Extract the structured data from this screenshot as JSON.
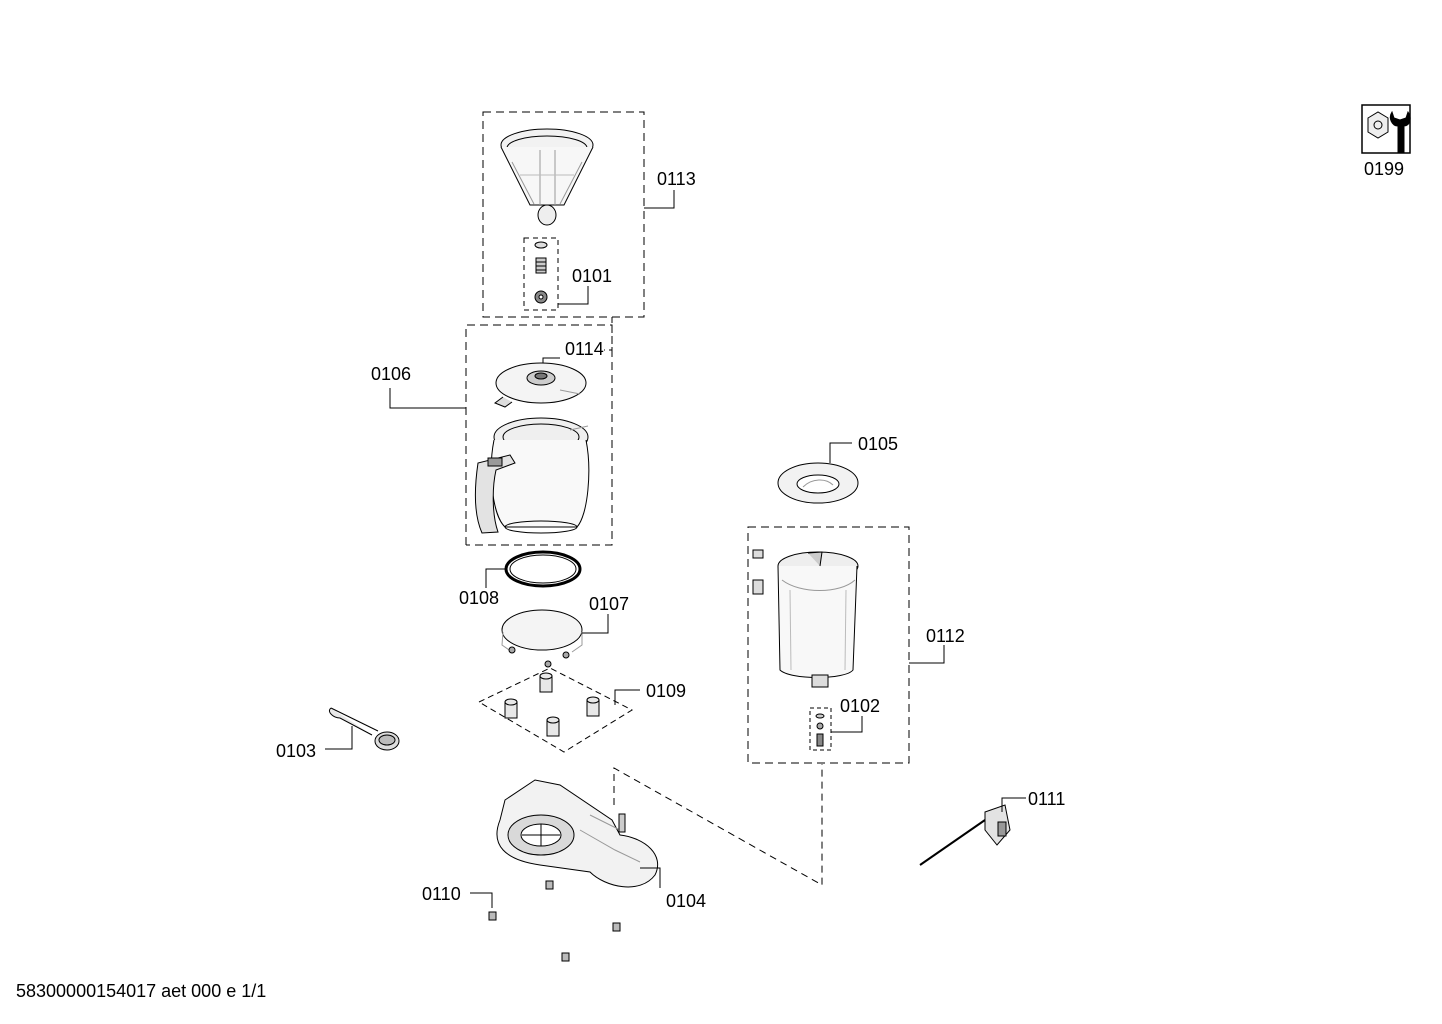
{
  "footer_code": "58300000154017 aet 000 e 1/1",
  "parts": [
    {
      "id": "0113",
      "name": "filter-basket-assembly"
    },
    {
      "id": "0101",
      "name": "drip-stop-valve"
    },
    {
      "id": "0114",
      "name": "carafe-lid"
    },
    {
      "id": "0106",
      "name": "glass-carafe"
    },
    {
      "id": "0105",
      "name": "water-tank-lid"
    },
    {
      "id": "0108",
      "name": "seal-ring"
    },
    {
      "id": "0107",
      "name": "warming-plate"
    },
    {
      "id": "0112",
      "name": "water-tank-assembly"
    },
    {
      "id": "0109",
      "name": "feet-set"
    },
    {
      "id": "0102",
      "name": "tank-valve"
    },
    {
      "id": "0103",
      "name": "measuring-spoon"
    },
    {
      "id": "0111",
      "name": "power-cord"
    },
    {
      "id": "0110",
      "name": "rubber-foot"
    },
    {
      "id": "0104",
      "name": "base-housing"
    },
    {
      "id": "0199",
      "name": "service-tool-icon"
    }
  ],
  "colors": {
    "line": "#000000",
    "shade": "#d9d9d9",
    "light": "#f2f2f2"
  }
}
